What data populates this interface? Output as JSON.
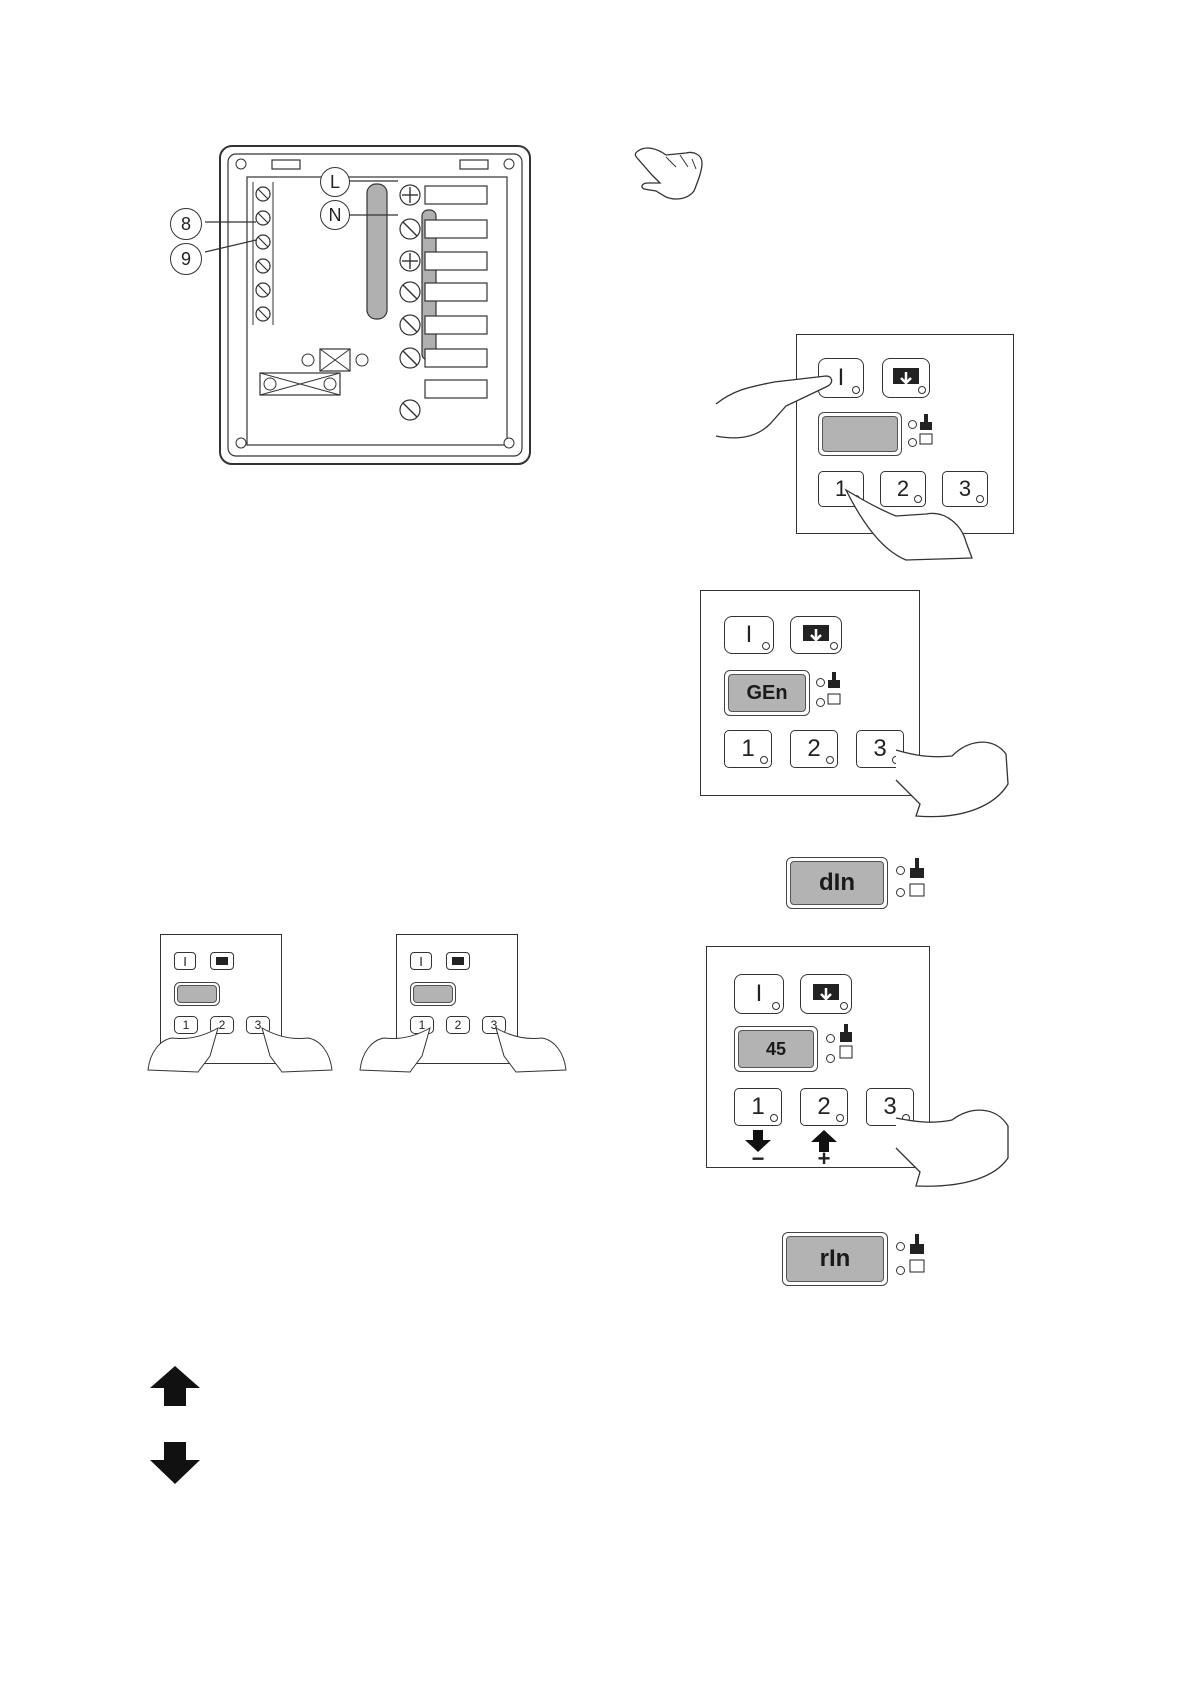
{
  "wiring": {
    "callout_8": "8",
    "callout_9": "9",
    "label_L": "L",
    "label_N": "N"
  },
  "panel_main": {
    "key1": "1",
    "key2": "2",
    "key3": "3",
    "power_key": "I"
  },
  "panel_gen": {
    "display": "GEn",
    "key1": "1",
    "key2": "2",
    "key3": "3",
    "power_key": "I"
  },
  "display_din": {
    "text": "dIn"
  },
  "panel_45": {
    "display": "45",
    "key1": "1",
    "key2": "2",
    "key3": "3",
    "power_key": "I",
    "minus_label": "−",
    "plus_label": "+"
  },
  "display_rin": {
    "text": "rIn"
  },
  "small_panel_a": {
    "key1": "1",
    "key2": "2",
    "key3": "3",
    "power_key": "I"
  },
  "small_panel_b": {
    "key1": "1",
    "key2": "2",
    "key3": "3",
    "power_key": "I"
  },
  "icons": [
    "up-arrow-icon",
    "down-arrow-icon",
    "hand-pointing-icon",
    "power-icon",
    "tray-icon",
    "ventilation-icon"
  ]
}
